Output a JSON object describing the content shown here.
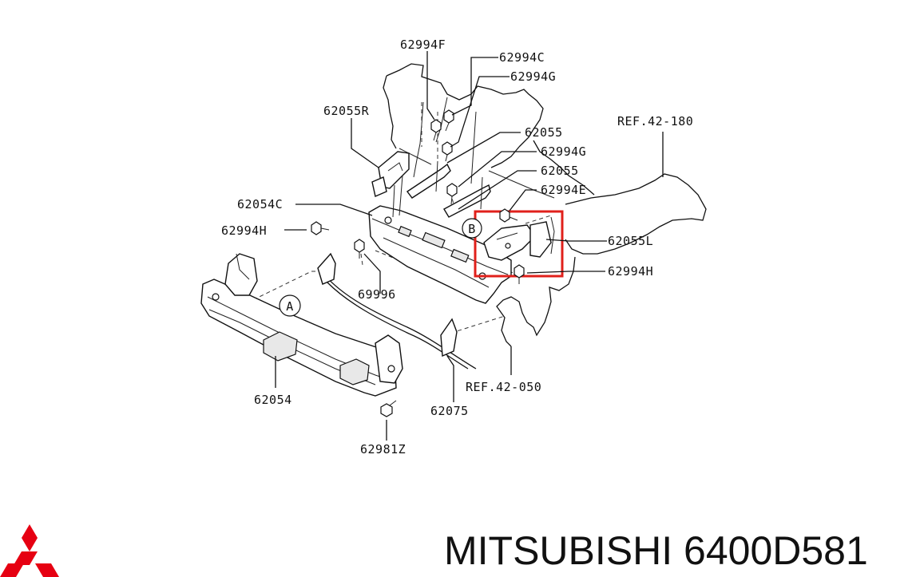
{
  "labels": {
    "l62994F": "62994F",
    "l62994C": "62994C",
    "l62994G_1": "62994G",
    "l62055R": "62055R",
    "l62055_1": "62055",
    "lREF42180": "REF.42-180",
    "l62994G_2": "62994G",
    "l62055_2": "62055",
    "l62054C": "62054C",
    "l62994E": "62994E",
    "l62994H_1": "62994H",
    "l62055L": "62055L",
    "lB": "B",
    "l62994H_2": "62994H",
    "l69996": "69996",
    "lA": "A",
    "l62054": "62054",
    "lREF42050": "REF.42-050",
    "l62075": "62075",
    "l62981Z": "62981Z"
  },
  "brand": {
    "text": "MITSUBISHI 6400D581",
    "logo_icon": "three-diamonds-logo-icon",
    "logo_color": "#e60012"
  },
  "highlight": {
    "color": "#e0201b"
  }
}
